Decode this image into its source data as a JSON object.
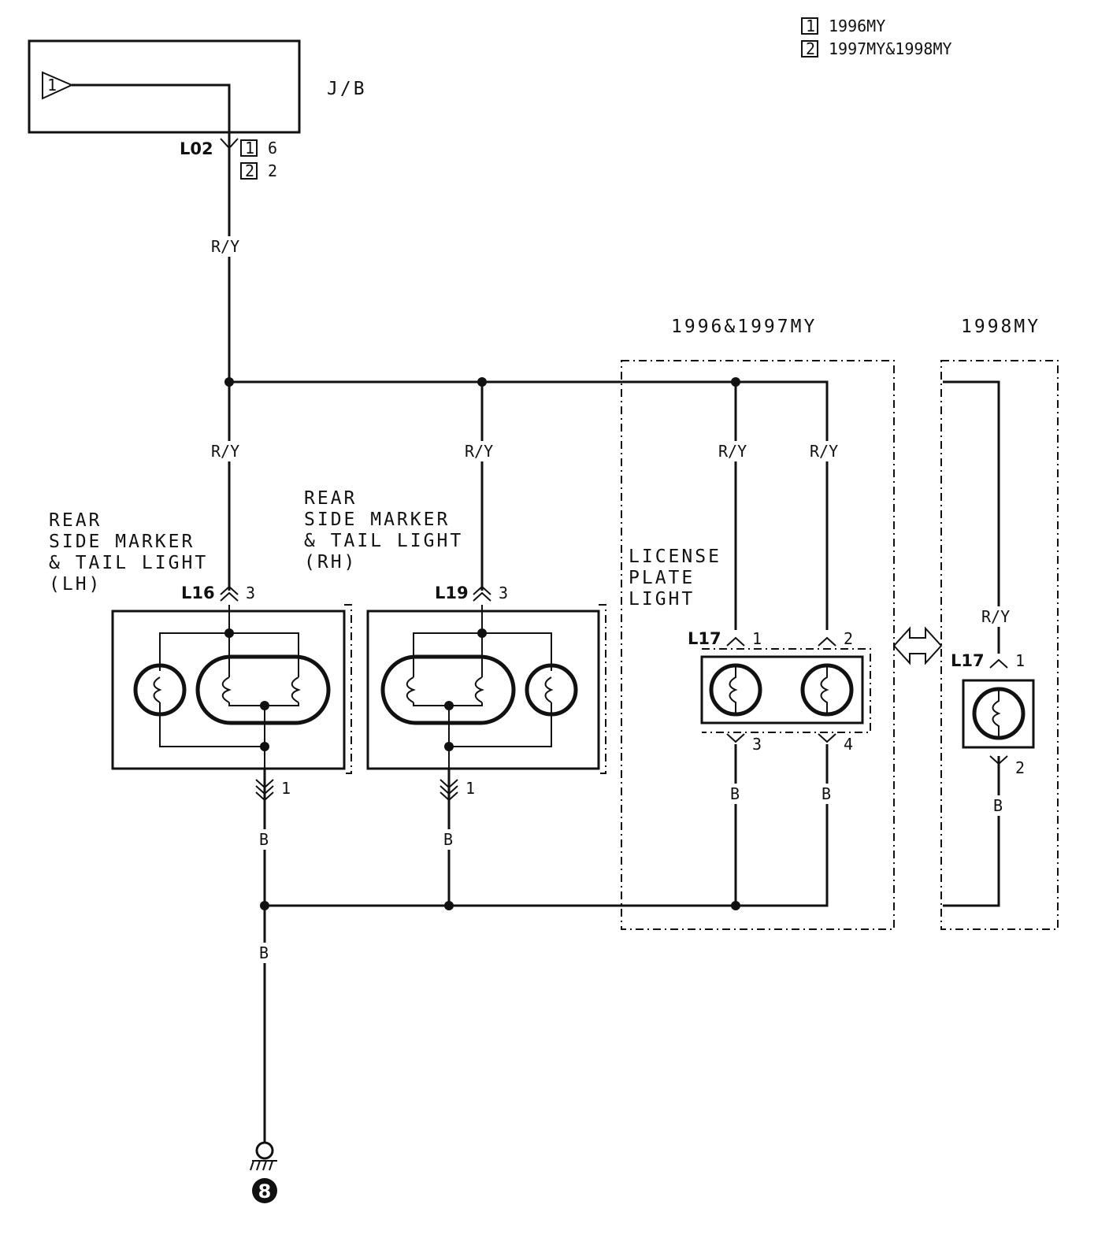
{
  "legend": {
    "items": [
      {
        "num": "1",
        "text": "1996MY"
      },
      {
        "num": "2",
        "text": "1997MY&1998MY"
      }
    ]
  },
  "junction_box": {
    "label": "J/B",
    "fuse": "1"
  },
  "connectors": {
    "l02": {
      "name": "L02",
      "pins": [
        {
          "num": "1",
          "pin": "6"
        },
        {
          "num": "2",
          "pin": "2"
        }
      ]
    },
    "l16": {
      "name": "L16",
      "top_pin": "3",
      "bottom_pin": "1"
    },
    "l19": {
      "name": "L19",
      "top_pin": "3",
      "bottom_pin": "1"
    },
    "l17a": {
      "name": "L17",
      "pins": [
        "1",
        "2",
        "3",
        "4"
      ]
    },
    "l17b": {
      "name": "L17",
      "top_pin": "1",
      "bottom_pin": "2"
    }
  },
  "wire_colors": {
    "ry": "R/Y",
    "b": "B"
  },
  "components": {
    "lh": [
      "REAR",
      "SIDE MARKER",
      "& TAIL LIGHT",
      "(LH)"
    ],
    "rh": [
      "REAR",
      "SIDE MARKER",
      "& TAIL LIGHT",
      "(RH)"
    ],
    "license": [
      "LICENSE",
      "PLATE",
      "LIGHT"
    ]
  },
  "groups": {
    "early": "1996&1997MY",
    "late": "1998MY"
  },
  "ground": {
    "number": "8"
  }
}
